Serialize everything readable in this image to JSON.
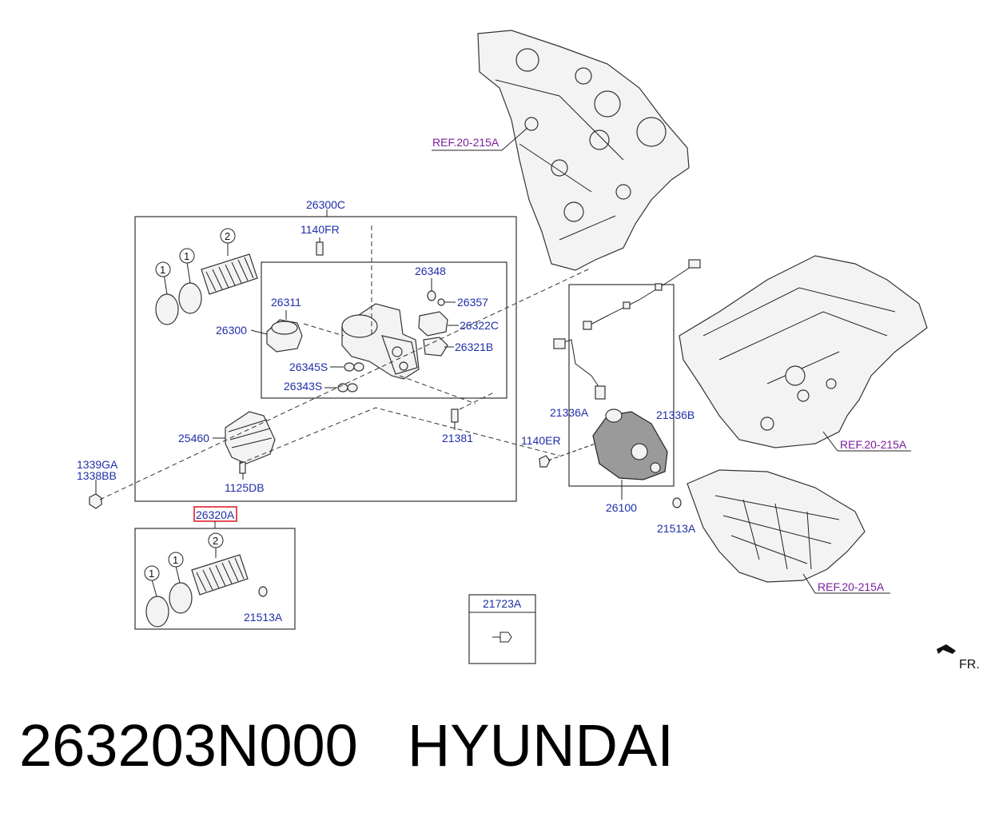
{
  "callouts": {
    "c26300C": "26300C",
    "c1140FR": "1140FR",
    "c26348": "26348",
    "c26357": "26357",
    "c26311": "26311",
    "c26300": "26300",
    "c26322C": "26322C",
    "c26321B": "26321B",
    "c26345S": "26345S",
    "c26343S": "26343S",
    "c25460": "25460",
    "c21381": "21381",
    "c1339GA": "1339GA",
    "c1338BB": "1338BB",
    "c1125DB": "1125DB",
    "c26320A": "26320A",
    "c21513A_left": "21513A",
    "c21723A": "21723A",
    "c21336A": "21336A",
    "c21336B": "21336B",
    "c1140ER": "1140ER",
    "c26100": "26100",
    "c21513A_right": "21513A"
  },
  "refs": {
    "ref_cover": "REF.20-215A",
    "ref_block": "REF.20-215A",
    "ref_pan": "REF.20-215A"
  },
  "circle_numbers": {
    "one": "1",
    "two": "2"
  },
  "direction": {
    "front": "FR."
  },
  "highlight_color": "#e0202a",
  "label_color": "#1f2fa8",
  "ref_color": "#7a1fa0",
  "caption": {
    "part_number": "263203N000",
    "brand": "HYUNDAI"
  }
}
